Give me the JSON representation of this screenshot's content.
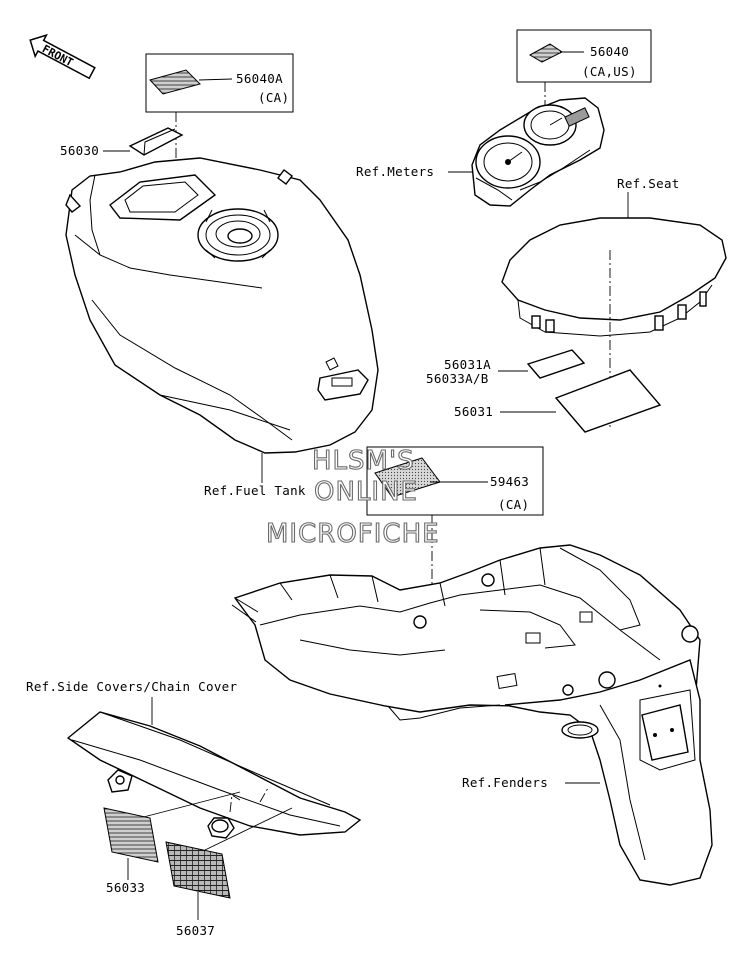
{
  "front_label": "FRONT",
  "labels": {
    "p56040A": "56040A",
    "p56040A_region": "(CA)",
    "p56030": "56030",
    "p56040": "56040",
    "p56040_region": "(CA,US)",
    "ref_meters": "Ref.Meters",
    "ref_seat": "Ref.Seat",
    "p56031A": "56031A",
    "p56033AB": "56033A/B",
    "p56031": "56031",
    "p59463": "59463",
    "p59463_region": "(CA)",
    "ref_fuel_tank": "Ref.Fuel Tank",
    "ref_side_covers": "Ref.Side Covers/Chain Cover",
    "ref_fenders": "Ref.Fenders",
    "p56033": "56033",
    "p56037": "56037"
  },
  "watermark": {
    "line1": "HLSM'S",
    "line2": "ONLINE",
    "line3": "MICROFICHE"
  },
  "colors": {
    "line": "#000000",
    "label_fill": "#9a9a9a",
    "watermark_stroke": "#6a6a6a"
  }
}
